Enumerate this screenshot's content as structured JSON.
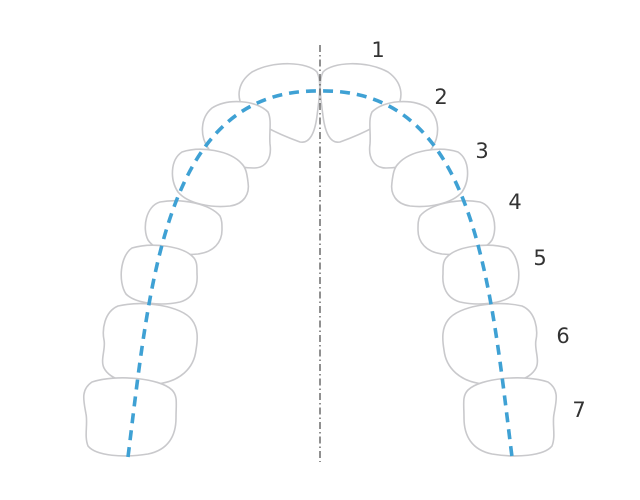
{
  "diagram": {
    "tooth_numbers": [
      "1",
      "2",
      "3",
      "4",
      "5",
      "6",
      "7"
    ],
    "colors": {
      "arch_curve": "#3fa1d4",
      "tooth_outline": "#c9c9cc",
      "midline": "#555555",
      "label_text": "#333333"
    }
  }
}
